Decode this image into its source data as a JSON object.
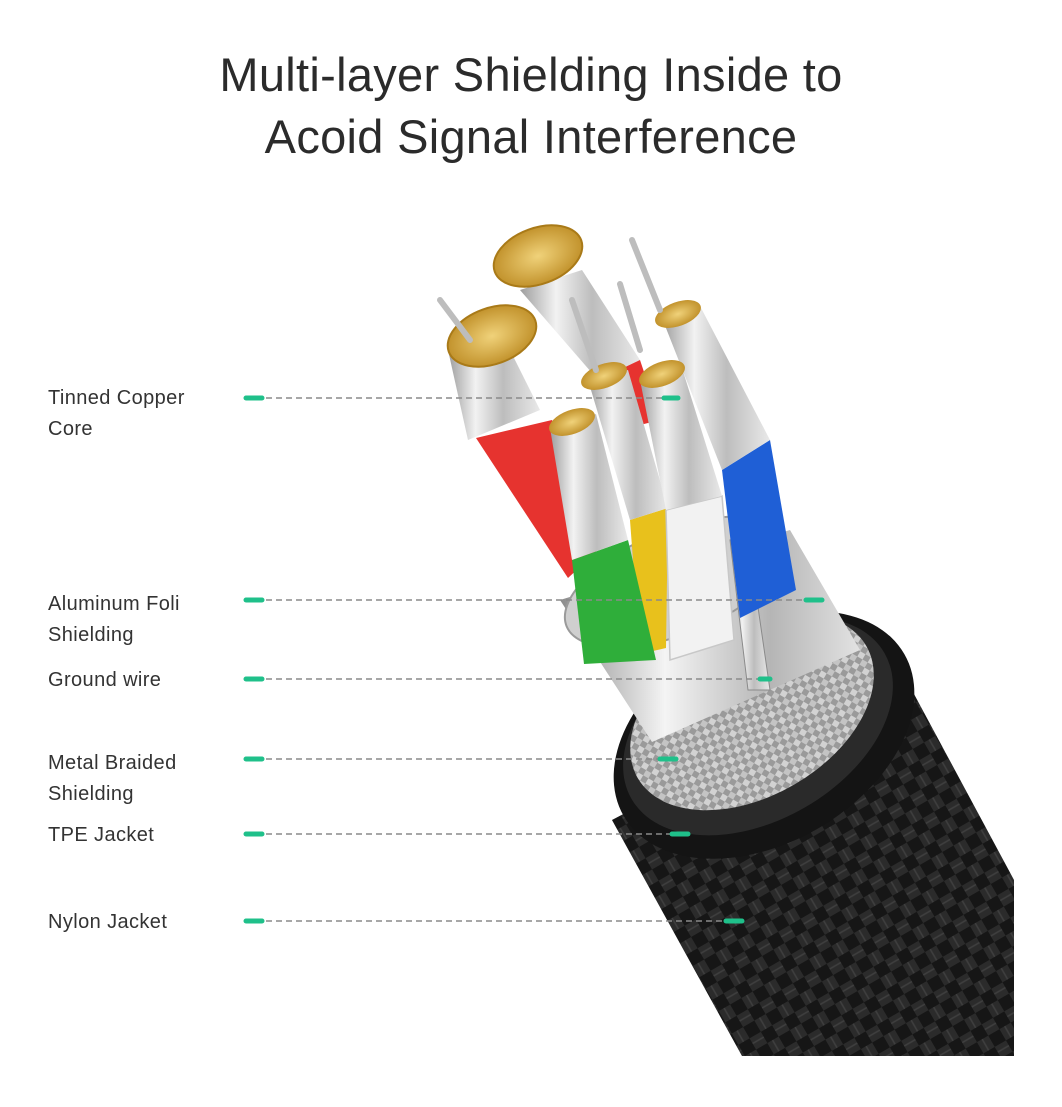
{
  "title": {
    "line1": "Multi-layer Shielding Inside to",
    "line2": "Acoid Signal Interference"
  },
  "labels": [
    {
      "lines": [
        "Tinned Copper",
        "Core"
      ]
    },
    {
      "lines": [
        "Aluminum Foli",
        "Shielding"
      ]
    },
    {
      "lines": [
        "Ground wire"
      ]
    },
    {
      "lines": [
        "Metal Braided",
        "Shielding"
      ]
    },
    {
      "lines": [
        "TPE Jacket"
      ]
    },
    {
      "lines": [
        "Nylon Jacket"
      ]
    }
  ],
  "colors": {
    "accent": "#1fc08a",
    "leader": "#8a8a8a",
    "wire_red": "#e6332f",
    "wire_green": "#2fae3a",
    "wire_yellow": "#e8c11c",
    "wire_white": "#f2f2f2",
    "wire_blue": "#1f5fd6",
    "copper": "#d9a83a",
    "jacket": "#1c1c1c"
  }
}
